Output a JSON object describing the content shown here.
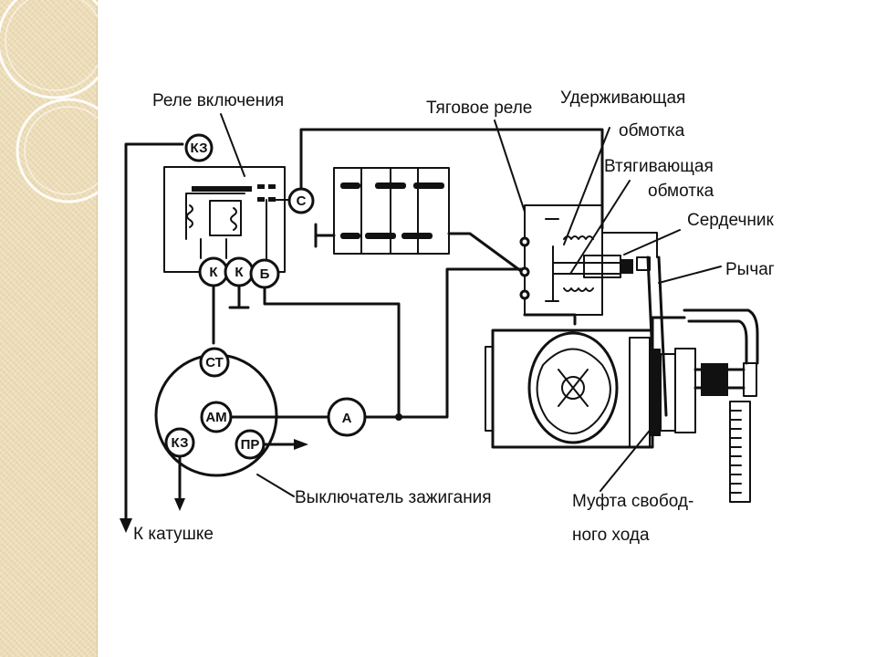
{
  "slide": {
    "accent_strip_color": "#ecdcb6",
    "ring_color": "#ffffff"
  },
  "diagram": {
    "labels": {
      "relay_switch": "Реле включения",
      "traction_relay": "Тяговое реле",
      "holding_winding_1": "Удерживающая",
      "holding_winding_2": "обмотка",
      "pull_winding_1": "Втягивающая",
      "pull_winding_2": "обмотка",
      "core": "Сердечник",
      "lever": "Рычаг",
      "freewheel_1": "Муфта свобод-",
      "freewheel_2": "ного хода",
      "ignition_switch": "Выключатель зажигания",
      "to_coil": "К катушке"
    },
    "terminals": {
      "kz_relay": "КЗ",
      "c": "С",
      "k1": "К",
      "k2": "К",
      "b": "Б",
      "st": "СТ",
      "am": "АМ",
      "kz_switch": "КЗ",
      "pr": "ПР",
      "ammeter": "А"
    }
  }
}
